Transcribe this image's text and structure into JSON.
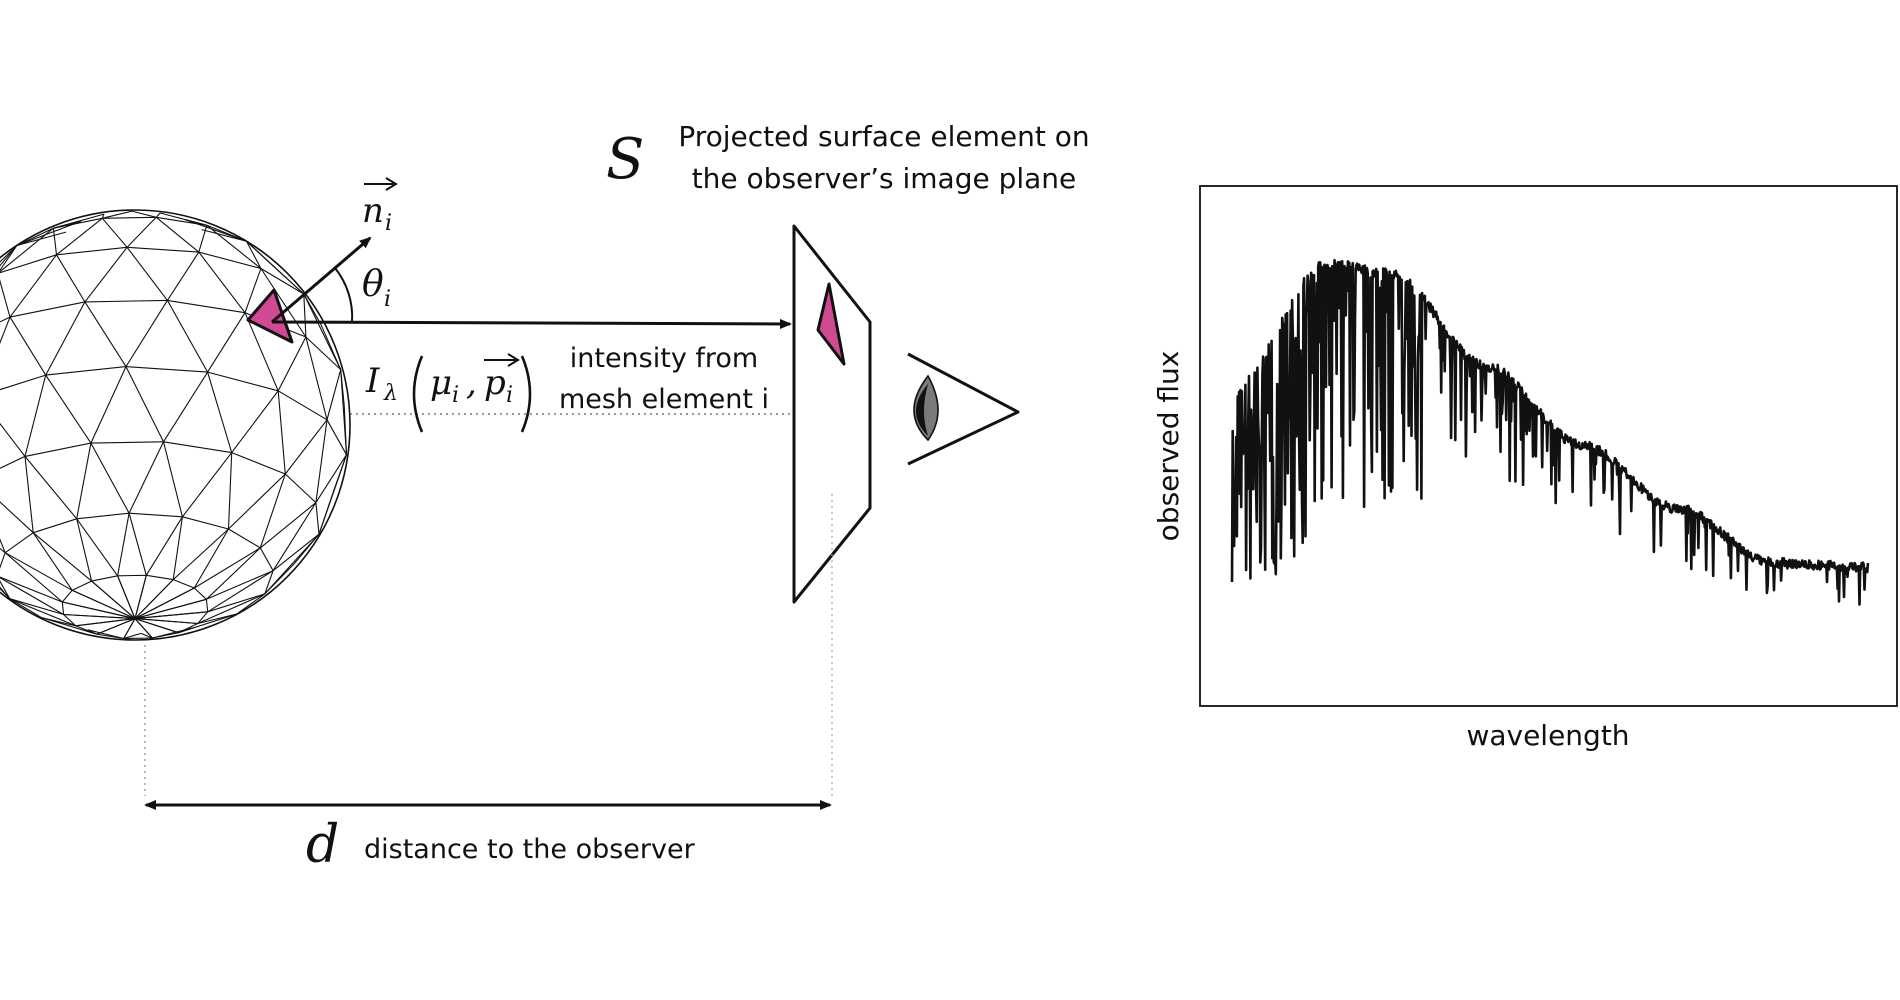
{
  "colors": {
    "ink": "#111111",
    "mesh_element": "#d04a93",
    "eye_iris": "#7a7a7a",
    "guide_line": "#999999"
  },
  "icons": {
    "observer": "eye-icon",
    "star": "triangulated-sphere-icon"
  },
  "labels": {
    "normal_symbol": "n",
    "normal_subscript": "i",
    "angle_symbol": "θ",
    "angle_subscript": "i",
    "intensity_symbol": "I",
    "intensity_subscript": "λ",
    "intensity_args": "μ",
    "intensity_args_sub": "i",
    "intensity_comma": ",",
    "intensity_vec": "p",
    "intensity_vec_sub": "i",
    "intensity_text_line1": "intensity from",
    "intensity_text_line2": "mesh element i",
    "surface_symbol": "S",
    "surface_text_line1": "Projected surface element on",
    "surface_text_line2": "the observer’s image plane",
    "distance_symbol": "d",
    "distance_text": "distance to the observer"
  },
  "chart_data": {
    "type": "line",
    "xlabel": "wavelength",
    "ylabel": "observed flux",
    "grid": false,
    "legend": false,
    "xlim": [
      0,
      1
    ],
    "ylim": [
      0,
      1
    ],
    "series": [
      {
        "continuum_x": [
          0.0,
          0.15,
          0.25,
          0.4,
          0.55,
          0.7,
          0.85,
          1.0
        ],
        "continuum_y": [
          0.62,
          0.88,
          0.86,
          0.67,
          0.51,
          0.38,
          0.27,
          0.26
        ],
        "note_shape": "peaked continuum with dense absorption lines"
      }
    ]
  }
}
